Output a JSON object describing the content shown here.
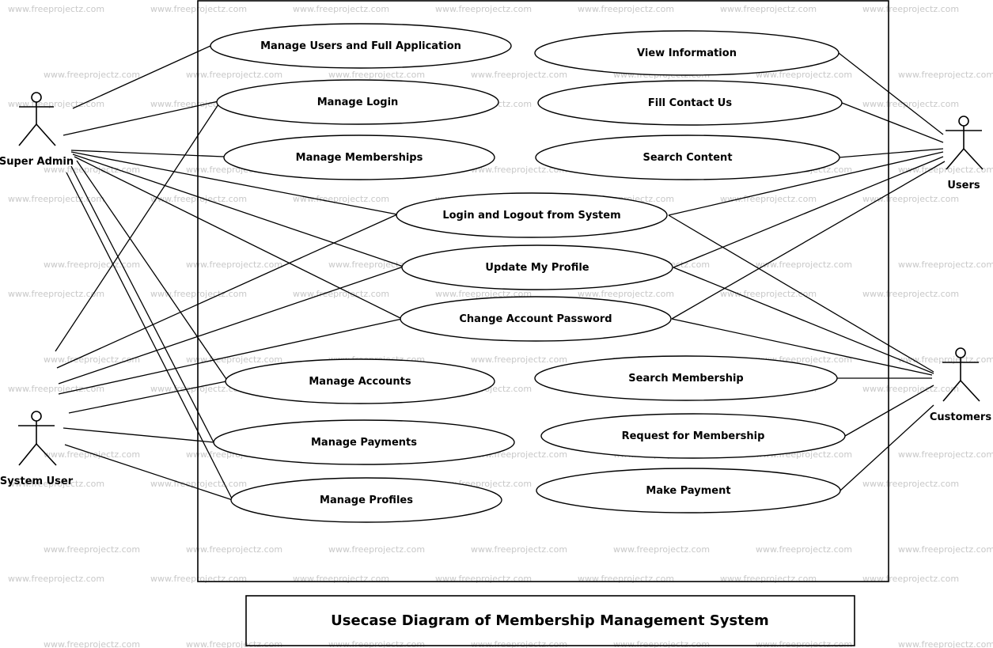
{
  "watermark": "www.freeprojectz.com",
  "title": "Usecase Diagram of Membership Management System",
  "actors": {
    "super_admin": "Super Admin",
    "system_user": "System User",
    "users": "Users",
    "customers": "Customers"
  },
  "use_cases": {
    "manage_users": "Manage Users and Full Application",
    "manage_login": "Manage Login",
    "manage_memberships": "Manage Memberships",
    "login_logout": "Login and Logout from System",
    "update_profile": "Update My Profile",
    "change_password": "Change Account Password",
    "manage_accounts": "Manage Accounts",
    "manage_payments": "Manage Payments",
    "manage_profiles": "Manage Profiles",
    "view_information": "View Information",
    "fill_contact": "Fill Contact Us",
    "search_content": "Search Content",
    "search_membership": "Search Membership",
    "request_membership": "Request for Membership",
    "make_payment": "Make Payment"
  }
}
